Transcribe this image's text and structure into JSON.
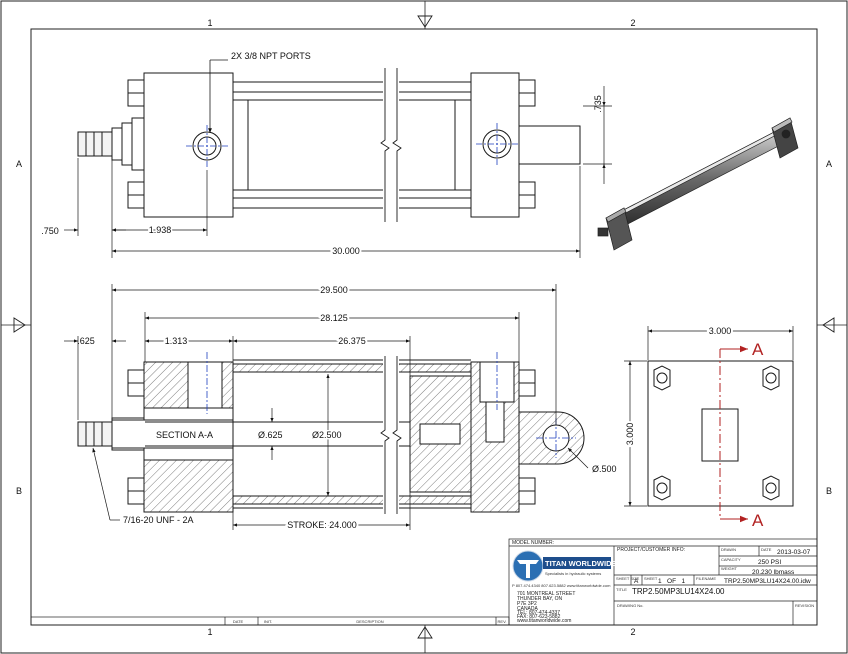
{
  "zones": {
    "top": [
      "1",
      "2"
    ],
    "bottom": [
      "1",
      "2"
    ],
    "left": [
      "A",
      "B"
    ],
    "right": [
      "A",
      "B"
    ]
  },
  "front_view": {
    "ports_note": "2X 3/8 NPT PORTS",
    "dim_735": ".735",
    "dim_750": ".750",
    "dim_1938": "1.938",
    "dim_30000": "30.000"
  },
  "section_view": {
    "dim_29500": "29.500",
    "dim_28125": "28.125",
    "dim_625": ".625",
    "dim_1313": "1.313",
    "dim_26375": "26.375",
    "section_label": "SECTION A-A",
    "rod_dia": "Ø.625",
    "bore_dia": "Ø2.500",
    "pin_dia": "Ø.500",
    "thread": "7/16-20 UNF - 2A",
    "stroke": "STROKE: 24.000"
  },
  "end_view": {
    "width": "3.000",
    "height": "3.000",
    "cut_label_top": "A",
    "cut_label_bottom": "A"
  },
  "colors": {
    "line": "#1a1a1a",
    "centerline": "#1f3fbf",
    "section_arrow": "#b22222",
    "fill_light": "#f0f0f0"
  },
  "title_block": {
    "model_number_label": "MODEL NUMBER:",
    "company": "TITAN WORLDWIDE INC.",
    "tagline": "Specialists in hydraulic systems",
    "contacts_line": "P 807.474.4340    807.623.5882    www.titanworldwide.com",
    "address": [
      "701 MONTREAL STREET",
      "THUNDER BAY, ON",
      "P7E 3P2",
      "CANADA",
      "TEL: 807-474-4337",
      "FAX: 807-623-5882",
      "www.titanworldwide.com"
    ],
    "project_label": "PROJECT/CUSTOMER INFO:",
    "drawn_label": "DRAWN",
    "date_label": "DATE",
    "date_value": "2013-03-07",
    "capacity_label": "CAPACITY",
    "capacity_value": "250 PSI",
    "weight_label": "WEIGHT",
    "weight_value": "20.230 lbmass",
    "sheet_size_label": "SHEET SIZE",
    "sheet_size_value": "A",
    "sheet_label": "SHEET",
    "sheet_value": "1   OF   1",
    "filename_label": "FILENAME",
    "filename_value": "TRP2.50MP3LU14X24.00.idw",
    "title_label": "TITLE",
    "title_value": "TRP2.50MP3LU14X24.00",
    "drawing_no_label": "DRAWING No.",
    "revision_label": "REVISION",
    "rev_table": {
      "date": "DATE",
      "init": "INIT.",
      "description": "DESCRIPTION",
      "rev": "REV."
    }
  }
}
